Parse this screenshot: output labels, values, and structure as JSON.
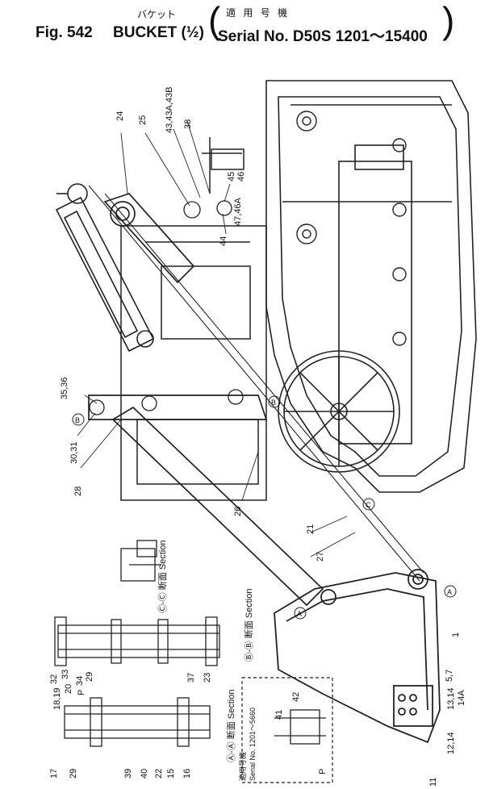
{
  "header": {
    "fig_number": "Fig. 542",
    "part_jp": "バケット",
    "part_en": "BUCKET (½)",
    "applicable_jp": "適 用 号 機",
    "serial_range": "Serial No. D50S 1201～15400"
  },
  "callouts": [
    "24",
    "25",
    "43,43A,43B",
    "38",
    "45",
    "46",
    "47,46A",
    "44",
    "35,36",
    "30,31",
    "28",
    "26",
    "21",
    "27",
    "17",
    "29",
    "18,19",
    "20",
    "P",
    "32",
    "33",
    "34",
    "29",
    "37",
    "23",
    "39",
    "40",
    "22",
    "15",
    "16",
    "41",
    "42",
    "P",
    "11",
    "12,14",
    "13,14",
    "5,7",
    "14A",
    "1"
  ],
  "section_views": {
    "cc": "Ⓒ-Ⓒ 断面 Section",
    "bb": "Ⓑ-Ⓑ 断面 Section",
    "aa": "Ⓐ-Ⓐ 断面 Section"
  },
  "section_markers": [
    "B",
    "B",
    "C",
    "A",
    "A"
  ],
  "serial_note": {
    "jp": "適用号機",
    "text": "Serial No. 1201～5660"
  }
}
